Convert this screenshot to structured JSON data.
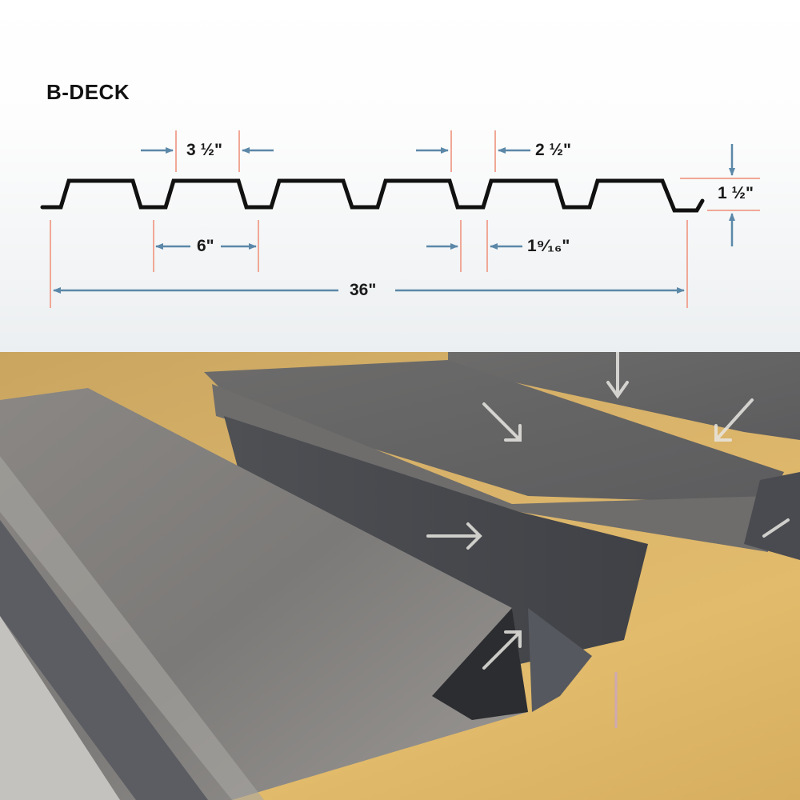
{
  "diagram": {
    "title": "B-DECK",
    "dimensions": {
      "top_rib_width": "3 ½\"",
      "rib_opening": "2 ½\"",
      "rib_pitch": "6\"",
      "bottom_flange": "1⁹⁄₁₆\"",
      "depth": "1 ½\"",
      "coverage_width": "36\""
    },
    "colors": {
      "profile": "#111111",
      "extension_lines": "#f0a896",
      "dimension_arrows": "#5b88a8"
    }
  },
  "photo": {
    "description": "Photo of galvanized B-deck steel panels with white annotation arrows",
    "colors": {
      "steel": "#6f6e6c",
      "wood": "#d8b168"
    }
  }
}
